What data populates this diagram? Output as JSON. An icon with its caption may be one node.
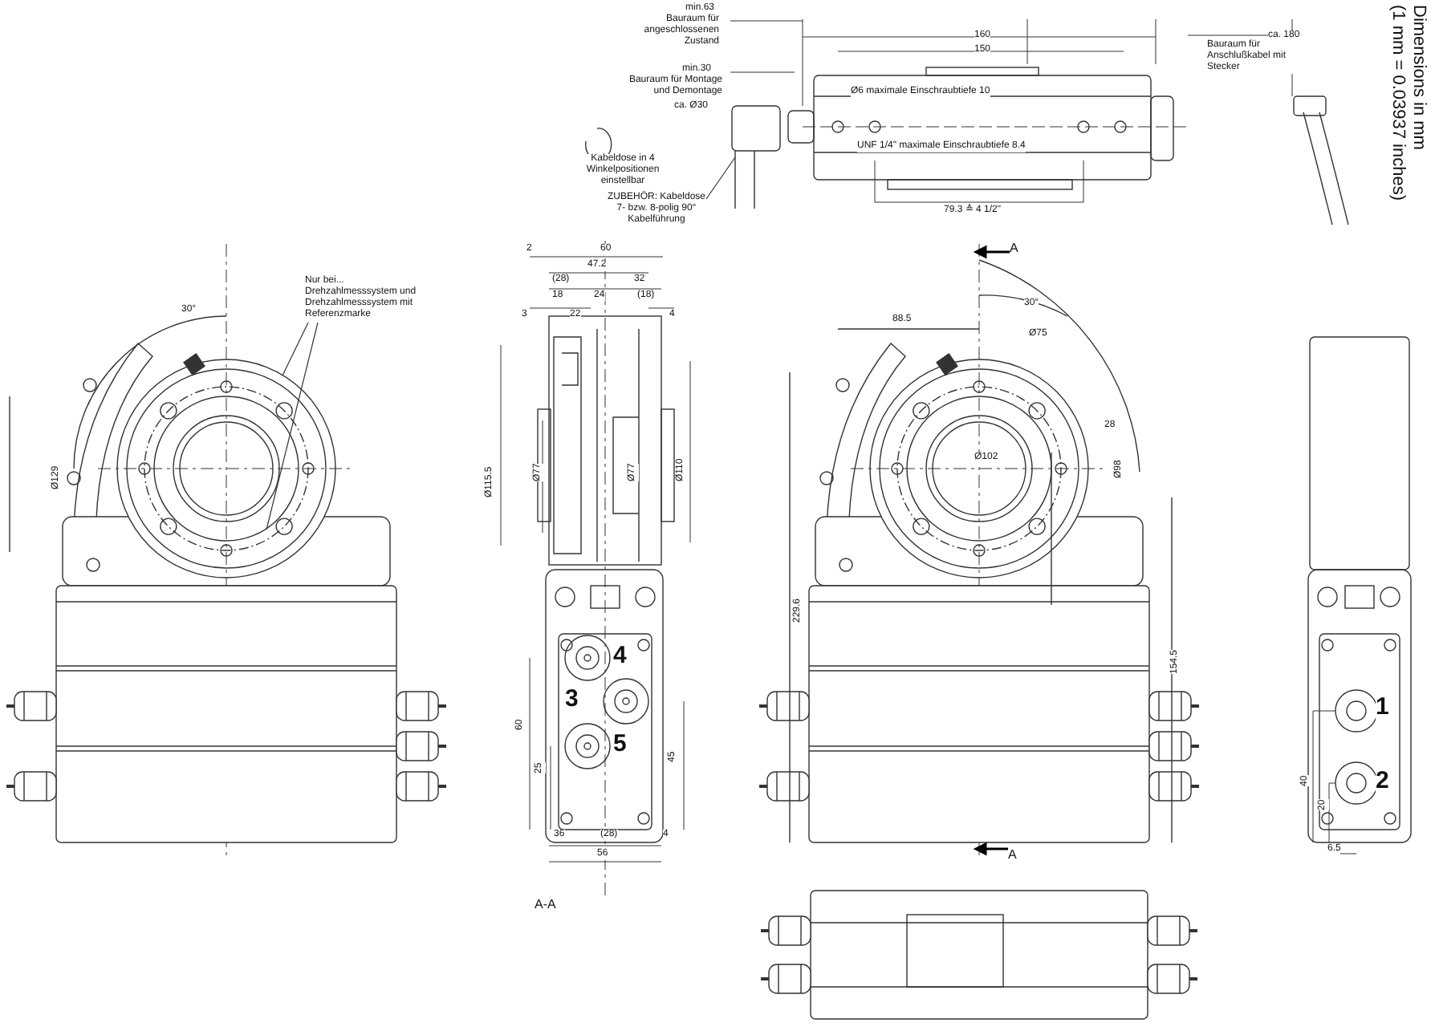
{
  "diagram": {
    "nodes": [
      {
        "text": [
          "Nur bei... Drehzahlmesssystem und Drehzahlmesssystem mit Referenzmarke"
        ]
      },
      {
        "text": [
          "ZUBEHÖR: Kabeldose 7- bzw. 8-polig 90° Kabelführung"
        ]
      }
    ],
    "edges": [
      {
        "from": 0,
        "to": null,
        "arrow": "none"
      },
      {
        "from": 0,
        "to": null,
        "arrow": "none"
      },
      {
        "from": 1,
        "to": null,
        "arrow": "none"
      }
    ],
    "labels": [
      "min.63",
      "Bauraum für angeschlossenen Zustand",
      "min.30",
      "Bauraum für Montage und Demontage",
      "ca. Ø30",
      "Kabeldose in 4 Winkelpositionen einstellbar",
      "160",
      "150",
      "Ø6 maximale Einschraubtiefe 10",
      "UNF 1/4\" maximale Einschraubtiefe 8.4",
      "79.3 ≙ 4 1/2\"",
      "ca. 180",
      "Bauraum für Anschlußkabel mit Stecker",
      "Dimensions in mm",
      "(1 mm = 0.03937 inches)",
      "30°",
      "Ø129",
      "2",
      "60",
      "47.2",
      "(28)",
      "32",
      "18",
      "24",
      "(18)",
      "3",
      "22",
      "4",
      "Ø115.5",
      "Ø77",
      "Ø77",
      "Ø110",
      "4",
      "3",
      "5",
      "60",
      "25",
      "45",
      "36",
      "(28)",
      "4",
      "56",
      "A-A",
      "A",
      "88.5",
      "30°",
      "Ø75",
      "28",
      "Ø98",
      "Ø102",
      "229.6",
      "154.5",
      "A",
      "1",
      "2",
      "40",
      "20",
      "6.5"
    ]
  }
}
